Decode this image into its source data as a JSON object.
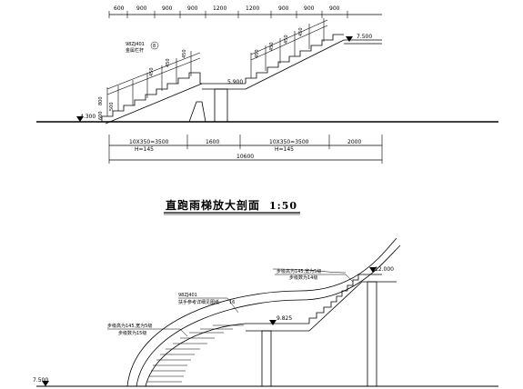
{
  "section_top": {
    "top_dims": [
      "600",
      "900",
      "900",
      "900",
      "1200",
      "1200",
      "900",
      "900",
      "900"
    ],
    "level_right": "7.500",
    "level_left": "4.300",
    "level_mid": "5.900",
    "anno_ref": "98ZJ401",
    "anno_ref_num": "8",
    "anno_text": "金属栏杆",
    "rail_dims": [
      "450",
      "450",
      "450",
      "450",
      "450",
      "450",
      "450"
    ],
    "rail_low": [
      "800",
      "600",
      "500"
    ],
    "bot_dims": [
      "10X350=3500",
      "1600",
      "10X350=3500",
      "2000"
    ],
    "bot_sub": [
      "H=145",
      "H=145"
    ],
    "total": "10600"
  },
  "title": {
    "text": "直跑雨梯放大剖面",
    "scale": "1:50"
  },
  "section_bottom": {
    "level_top": "12.000",
    "level_mid": "9.825",
    "level_low": "7.500",
    "note_upper_1": "步级高为145,宽为5级",
    "note_upper_2": "步级数为14级",
    "note_lower_1": "步级高为145,宽为5级",
    "note_lower_2": "步级数为15级",
    "anno_ref": "98ZJ401",
    "anno_text": "扶手参考详细见图纸",
    "anno_num": "16"
  }
}
